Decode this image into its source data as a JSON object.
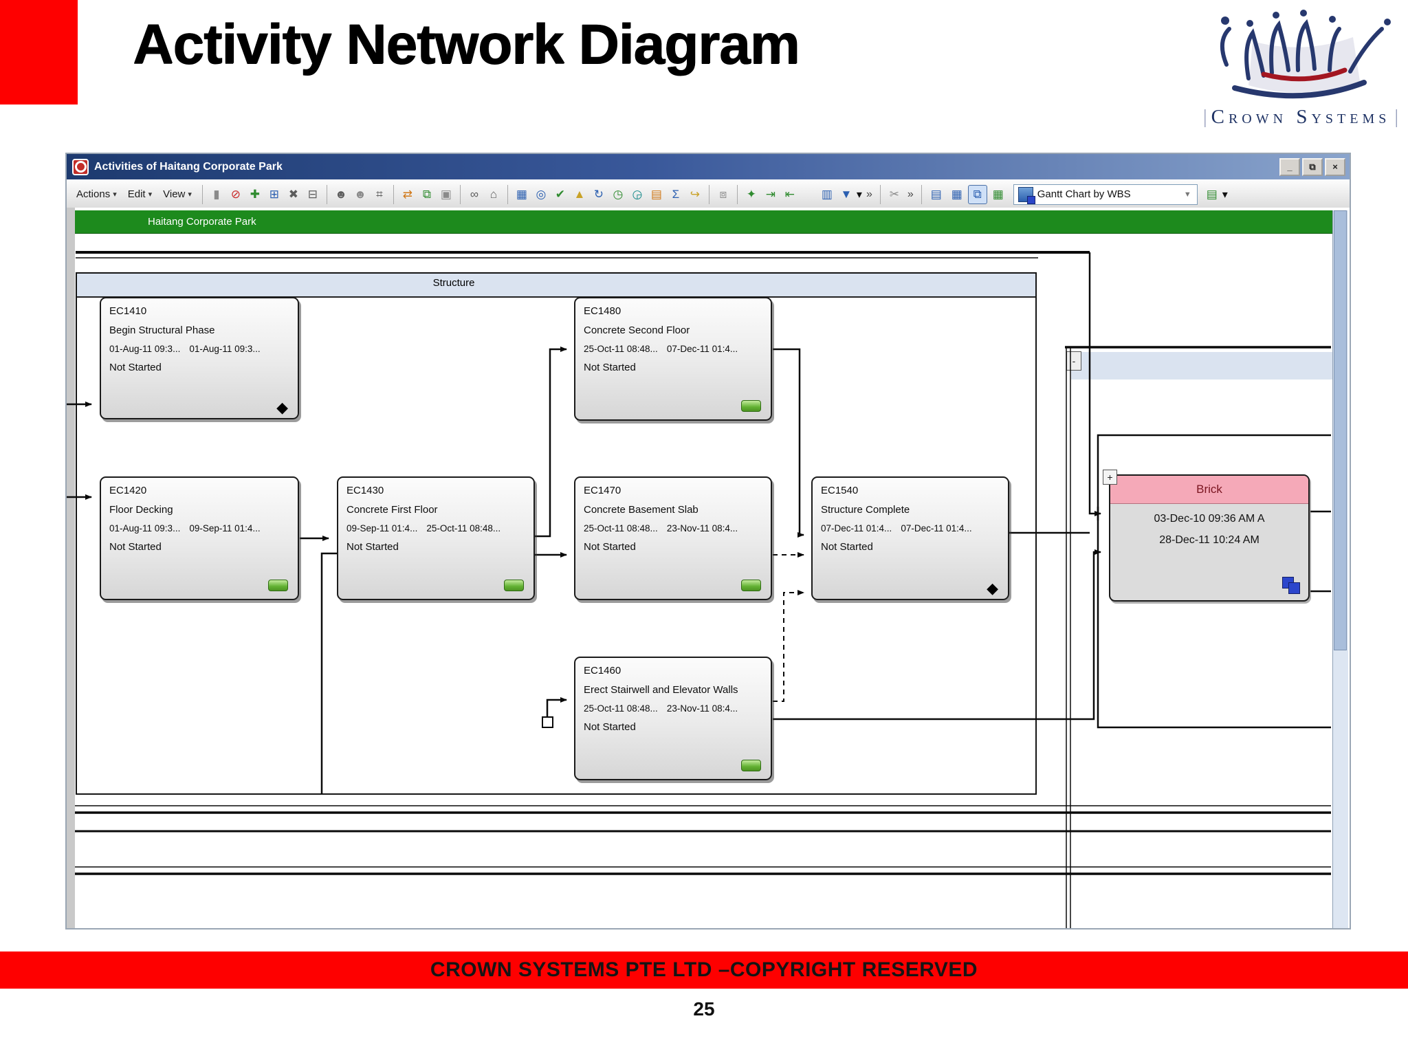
{
  "slide": {
    "title": "Activity Network Diagram",
    "footer": "CROWN SYSTEMS PTE LTD –COPYRIGHT RESERVED",
    "page_number": "25"
  },
  "logo": {
    "name": "Crown Systems",
    "bar": "|"
  },
  "window": {
    "title": "Activities of Haitang Corporate Park",
    "buttons": {
      "minimize": "_",
      "restore": "⧉",
      "close": "×"
    },
    "menus": [
      "Actions",
      "Edit",
      "View"
    ],
    "menu_caret": "▾",
    "overflow_chevron": "»",
    "combo_caret": "▼",
    "view_selector": "Gantt Chart by WBS",
    "project_band": "Haitang Corporate Park",
    "wbs_band_label": "Structure",
    "collapse_glyph": "-",
    "expand_glyph": "+",
    "toolbar_icons": [
      {
        "name": "save-icon",
        "glyph": "▮"
      },
      {
        "name": "ban-icon",
        "glyph": "⊘"
      },
      {
        "name": "add-activity-icon",
        "glyph": "✚"
      },
      {
        "name": "add-row-icon",
        "glyph": "⊞"
      },
      {
        "name": "delete-icon",
        "glyph": "✖"
      },
      {
        "name": "remove-row-icon",
        "glyph": "⊟"
      },
      {
        "name": "resource-icon",
        "glyph": "☻"
      },
      {
        "name": "role-icon",
        "glyph": "☻"
      },
      {
        "name": "ruler-icon",
        "glyph": "⌗"
      },
      {
        "name": "shears-icon",
        "glyph": "⇄"
      },
      {
        "name": "copy-icon",
        "glyph": "⧉"
      },
      {
        "name": "paste-icon",
        "glyph": "▣"
      },
      {
        "name": "link-icon",
        "glyph": "∞"
      },
      {
        "name": "home-icon",
        "glyph": "⌂"
      },
      {
        "name": "monitor-icon",
        "glyph": "▦"
      },
      {
        "name": "find-document-icon",
        "glyph": "◎"
      },
      {
        "name": "progress-check-icon",
        "glyph": "✔"
      },
      {
        "name": "leveler-icon",
        "glyph": "▲"
      },
      {
        "name": "recalculate-icon",
        "glyph": "↻"
      },
      {
        "name": "schedule-clock-icon",
        "glyph": "◷"
      },
      {
        "name": "trim-clock-icon",
        "glyph": "◶"
      },
      {
        "name": "store-period-icon",
        "glyph": "▤"
      },
      {
        "name": "summarize-icon",
        "glyph": "Σ"
      },
      {
        "name": "send-project-icon",
        "glyph": "↪"
      },
      {
        "name": "print-preview-icon",
        "glyph": "⧈"
      },
      {
        "name": "excel-new-icon",
        "glyph": "✦"
      },
      {
        "name": "excel-import-icon",
        "glyph": "⇥"
      },
      {
        "name": "excel-export-icon",
        "glyph": "⇤"
      }
    ],
    "right_icons": {
      "columns": "▥",
      "filter": "▼",
      "cut": "✂",
      "gantt": "▤",
      "table": "▦",
      "network": "⧉",
      "calendar": "▦",
      "layout": "▤"
    }
  },
  "milestone_glyph": "◆",
  "activities": [
    {
      "id": "EC1410",
      "name": "Begin Structural Phase",
      "start": "01-Aug-11 09:3...",
      "finish": "01-Aug-11 09:3...",
      "status": "Not Started",
      "marker": "milestone"
    },
    {
      "id": "EC1420",
      "name": "Floor Decking",
      "start": "01-Aug-11 09:3...",
      "finish": "09-Sep-11 01:4...",
      "status": "Not Started",
      "marker": "task"
    },
    {
      "id": "EC1430",
      "name": "Concrete First Floor",
      "start": "09-Sep-11 01:4...",
      "finish": "25-Oct-11 08:48...",
      "status": "Not Started",
      "marker": "task"
    },
    {
      "id": "EC1480",
      "name": "Concrete Second Floor",
      "start": "25-Oct-11 08:48...",
      "finish": "07-Dec-11 01:4...",
      "status": "Not Started",
      "marker": "task"
    },
    {
      "id": "EC1470",
      "name": "Concrete Basement Slab",
      "start": "25-Oct-11 08:48...",
      "finish": "23-Nov-11 08:4...",
      "status": "Not Started",
      "marker": "task"
    },
    {
      "id": "EC1460",
      "name": "Erect Stairwell and Elevator Walls",
      "start": "25-Oct-11 08:48...",
      "finish": "23-Nov-11 08:4...",
      "status": "Not Started",
      "marker": "task"
    },
    {
      "id": "EC1540",
      "name": "Structure Complete",
      "start": "07-Dec-11 01:4...",
      "finish": "07-Dec-11 01:4...",
      "status": "Not Started",
      "marker": "milestone"
    }
  ],
  "brick": {
    "title": "Brick",
    "start": "03-Dec-10 09:36 AM A",
    "finish": "28-Dec-11 10:24 AM"
  }
}
